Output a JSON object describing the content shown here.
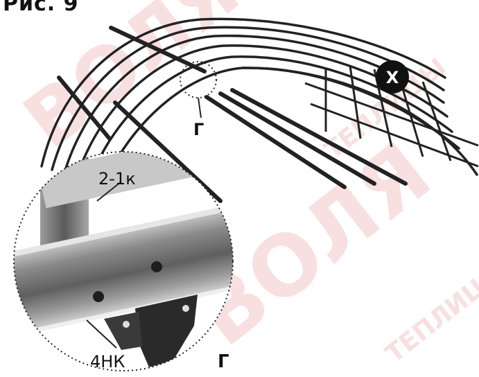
{
  "figure": {
    "title": "Рис. 9",
    "marker_x": "X",
    "detail_ref_top": "Г",
    "detail_ref_bottom": "Г"
  },
  "detail": {
    "part_upper": "2-1к",
    "part_lower": "4НК"
  },
  "watermark": {
    "text_big": "ВОЛЯ",
    "text_small": "ТЕПЛИЦЫ",
    "color": "#f2c6c6"
  },
  "colors": {
    "frame": "#222222",
    "profile_dark": "#6e6e6e",
    "profile_light": "#b4b4b4",
    "bracket": "#2a2a2a",
    "marker_bg": "#111111"
  }
}
